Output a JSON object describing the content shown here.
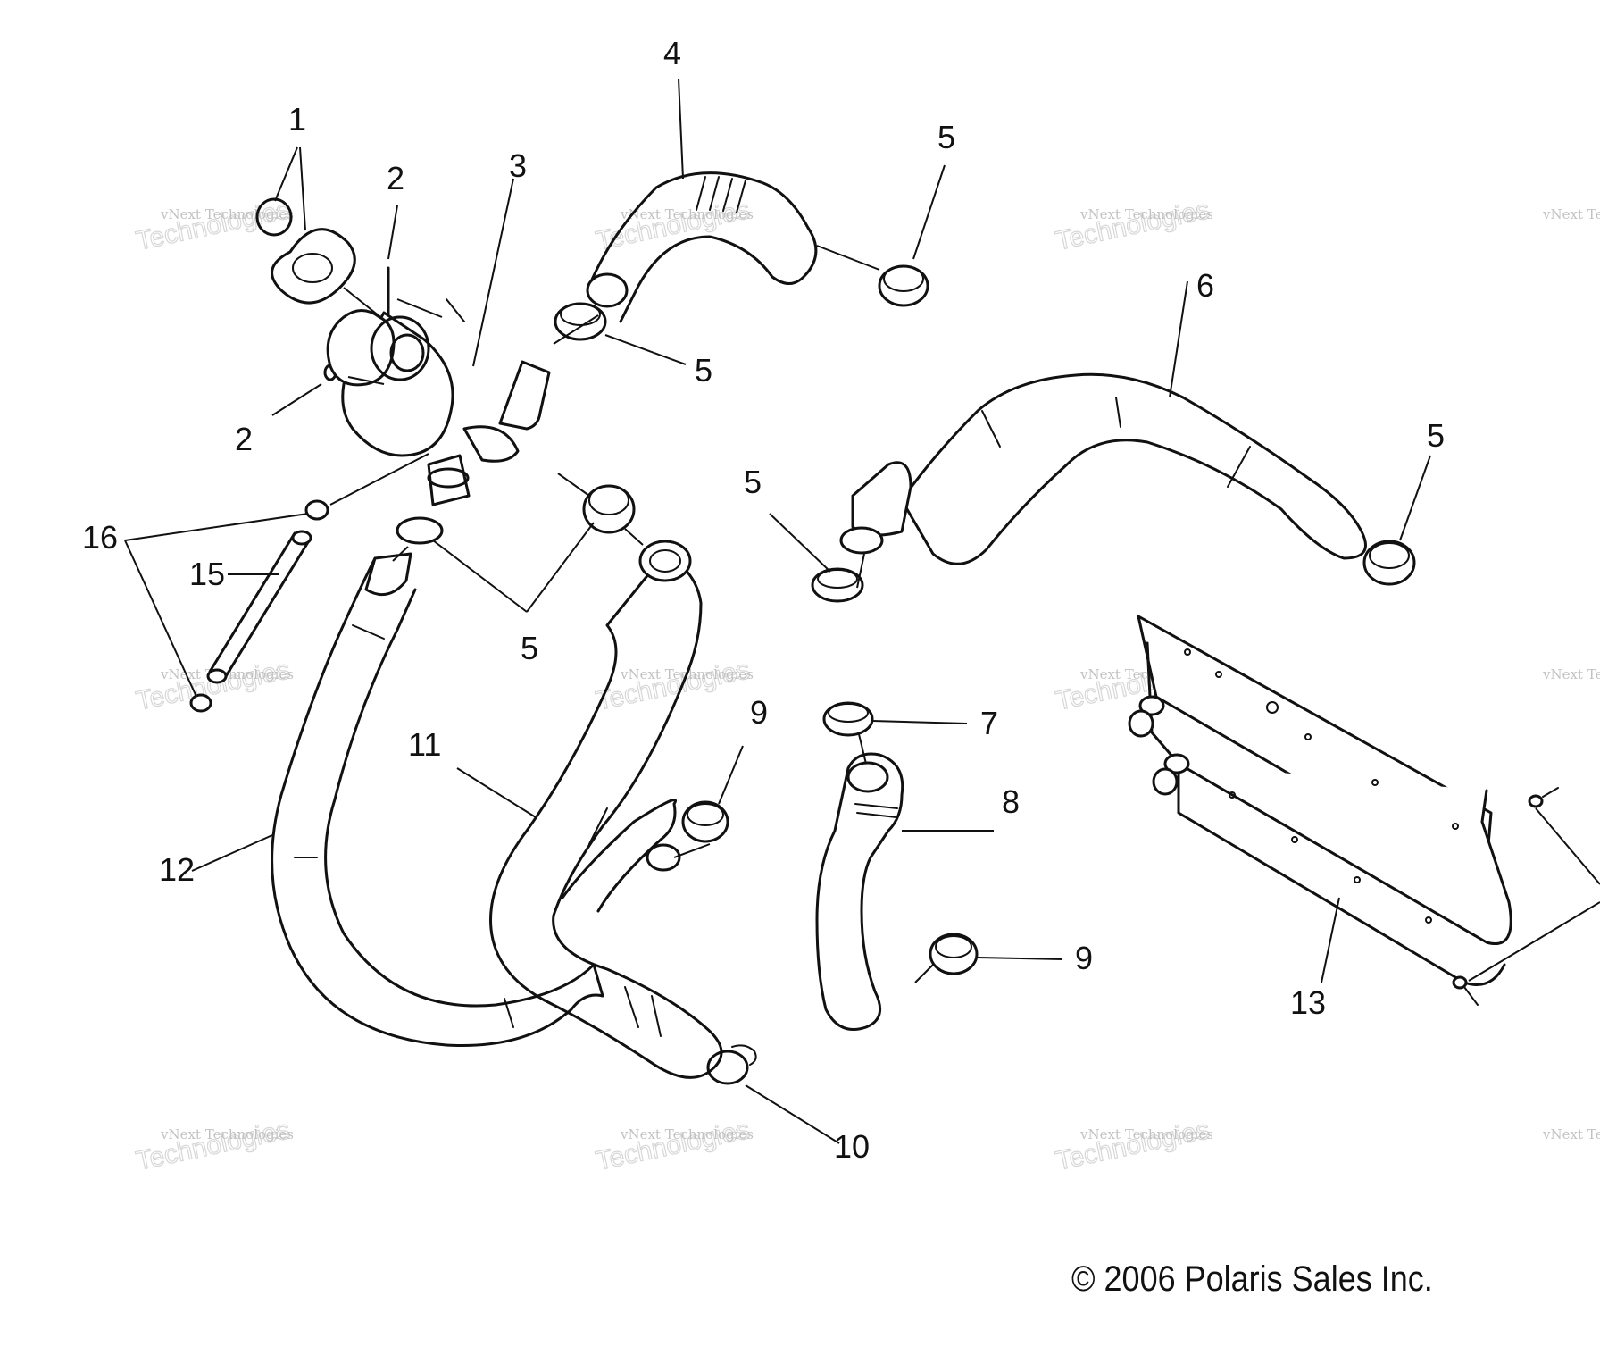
{
  "callouts": {
    "c1": "1",
    "c2a": "2",
    "c2b": "2",
    "c3": "3",
    "c4": "4",
    "c5a": "5",
    "c5b": "5",
    "c5c": "5",
    "c5d": "5",
    "c5e": "5",
    "c6": "6",
    "c7": "7",
    "c8": "8",
    "c9a": "9",
    "c9b": "9",
    "c10": "10",
    "c11": "11",
    "c12": "12",
    "c13": "13",
    "c15": "15",
    "c16": "16"
  },
  "watermark": {
    "line1": "vNext Technologies",
    "line2": "Technologies"
  },
  "copyright": "© 2006 Polaris Sales Inc."
}
